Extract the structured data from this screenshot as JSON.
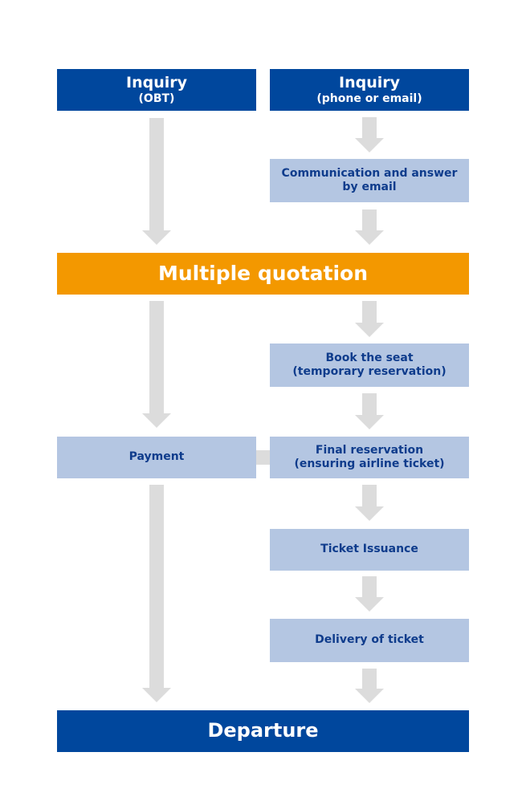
{
  "colors": {
    "dark_blue": "#00479d",
    "light_blue": "#b4c6e2",
    "orange": "#f39800",
    "arrow_gray": "#dcdcdc",
    "light_text": "#0f3c8c"
  },
  "steps": {
    "inquiry_obt": {
      "title": "Inquiry",
      "subtitle": "(OBT)"
    },
    "inquiry_phone": {
      "title": "Inquiry",
      "subtitle": "(phone or email)"
    },
    "communication": {
      "line1": "Communication and answer",
      "line2": "by email"
    },
    "multiple_quotation": {
      "label": "Multiple quotation"
    },
    "book_seat": {
      "line1": "Book the seat",
      "line2": "(temporary reservation)"
    },
    "payment": {
      "label": "Payment"
    },
    "final_reservation": {
      "line1": "Final reservation",
      "line2": "(ensuring airline ticket)"
    },
    "ticket_issuance": {
      "label": "Ticket Issuance"
    },
    "delivery": {
      "label": "Delivery of ticket"
    },
    "departure": {
      "label": "Departure"
    }
  }
}
